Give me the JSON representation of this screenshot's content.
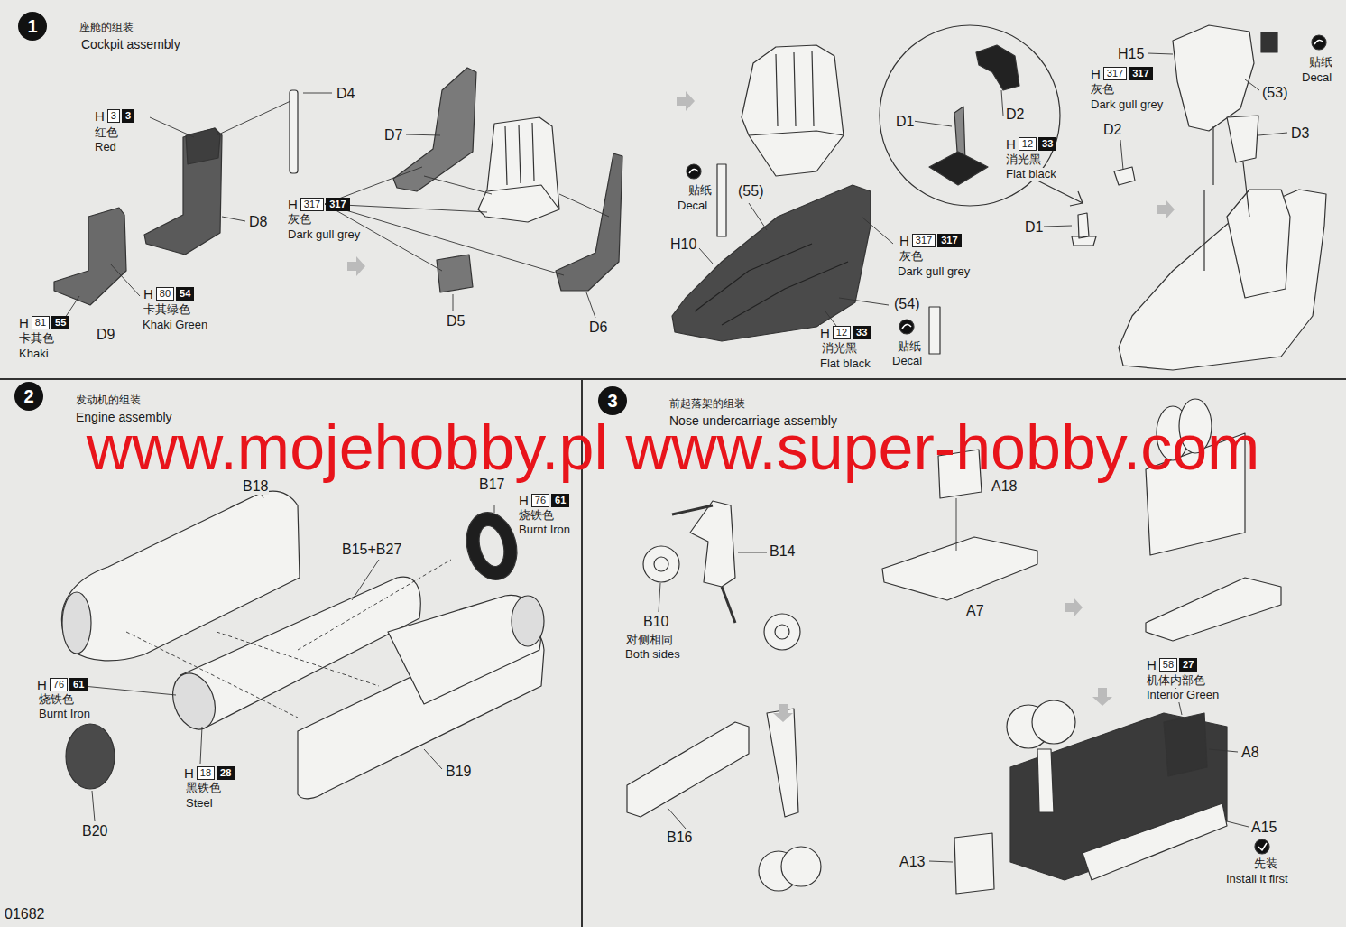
{
  "diagram": {
    "nodes": [
      {
        "text": [
          "座舱的组装",
          "Cockpit assembly"
        ]
      },
      {
        "text": [
          "1"
        ],
        "in": 0
      },
      {
        "text": [
          "发动机的组装",
          "Engine assembly"
        ]
      },
      {
        "text": [
          "2"
        ],
        "in": 2
      },
      {
        "text": [
          "前起落架的组装",
          "Nose undercarriage assembly"
        ]
      },
      {
        "text": [
          "3"
        ],
        "in": 4
      }
    ],
    "labels": [
      "D4",
      "H",
      "3",
      "3",
      "红色",
      "Red",
      "H",
      "317",
      "317",
      "灰色",
      "Dark gull grey",
      "D7",
      "D8",
      "H",
      "80",
      "54",
      "卡其绿色",
      "Khaki Green",
      "H",
      "81",
      "55",
      "卡其色",
      "Khaki",
      "D9",
      "D5",
      "D6",
      "贴纸",
      "Decal",
      "(55)",
      "H10",
      "D1",
      "D2",
      "H",
      "12",
      "33",
      "消光黑",
      "Flat black",
      "H15",
      "H",
      "317",
      "317",
      "灰色",
      "Dark gull grey",
      "贴纸",
      "Decal",
      "(53)",
      "D2",
      "D3",
      "D1",
      "H",
      "317",
      "317",
      "灰色",
      "Dark gull grey",
      "(54)",
      "H",
      "12",
      "33",
      "消光黑",
      "Flat black",
      "贴纸",
      "Decal",
      "B18",
      "B17",
      "H",
      "76",
      "61",
      "烧铁色",
      "Burnt Iron",
      "B15+B27",
      "H",
      "76",
      "61",
      "烧铁色",
      "Burnt Iron",
      "H",
      "18",
      "28",
      "黑铁色",
      "Steel",
      "B19",
      "B20",
      "B14",
      "B10",
      "对侧相同",
      "Both sides",
      "A18",
      "A7",
      "H",
      "58",
      "27",
      "机体内部色",
      "Interior Green",
      "A8",
      "A15",
      "先装",
      "Install it first",
      "B16",
      "A13",
      "www.mojehobby.pl www.super-hobby.com",
      "01682"
    ]
  }
}
